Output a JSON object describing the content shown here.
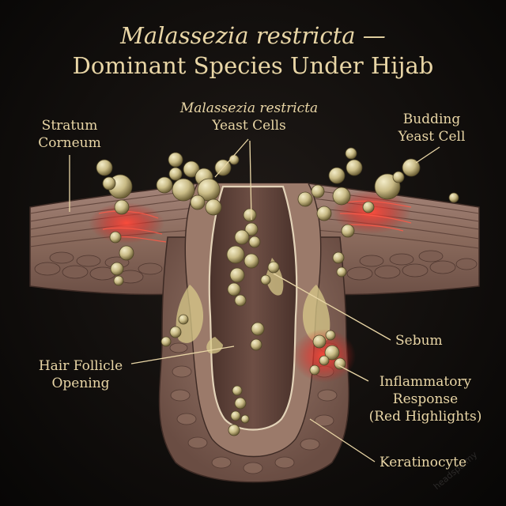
{
  "title": {
    "line1": "Malassezia restricta —",
    "line2": "Dominant Species Under Hijab"
  },
  "labels": {
    "stratum_corneum": [
      "Stratum",
      "Corneum"
    ],
    "yeast_cells": [
      "Malassezia restricta",
      "Yeast Cells"
    ],
    "budding_yeast_cell": [
      "Budding",
      "Yeast Cell"
    ],
    "sebum": "Sebum",
    "hair_follicle_opening": [
      "Hair Follicle",
      "Opening"
    ],
    "inflammatory_response": [
      "Inflammatory",
      "Response",
      "(Red Highlights)"
    ],
    "keratinocyte": "Keratinocyte"
  },
  "watermark": "headspa.my",
  "colors": {
    "background": "#120f0d",
    "label_text": "#e9d6a6",
    "leader_line": "#e9d6a6",
    "skin": "#8a6a5c",
    "yeast": "#c9bb86",
    "sebum": "#d8c98a",
    "inflammation": "#e8322e"
  }
}
